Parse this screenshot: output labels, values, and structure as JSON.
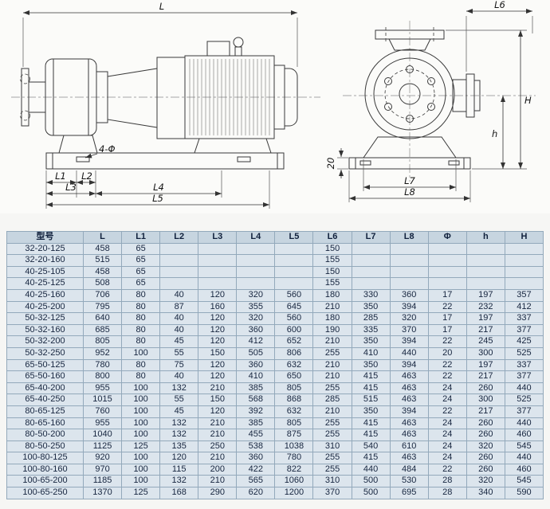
{
  "drawing": {
    "labels": {
      "L": "L",
      "L1": "L1",
      "L2": "L2",
      "L3": "L3",
      "L4": "L4",
      "L5": "L5",
      "L6": "L6",
      "L7": "L7",
      "L8": "L8",
      "H": "H",
      "h": "h",
      "foot": "20",
      "holes": "4-Φ"
    }
  },
  "table": {
    "headers": [
      "型号",
      "L",
      "L1",
      "L2",
      "L3",
      "L4",
      "L5",
      "L6",
      "L7",
      "L8",
      "Φ",
      "h",
      "H"
    ],
    "rows": [
      [
        "32-20-125",
        "458",
        "65",
        "",
        "",
        "",
        "",
        "150",
        "",
        "",
        "",
        "",
        ""
      ],
      [
        "32-20-160",
        "515",
        "65",
        "",
        "",
        "",
        "",
        "155",
        "",
        "",
        "",
        "",
        ""
      ],
      [
        "40-25-105",
        "458",
        "65",
        "",
        "",
        "",
        "",
        "150",
        "",
        "",
        "",
        "",
        ""
      ],
      [
        "40-25-125",
        "508",
        "65",
        "",
        "",
        "",
        "",
        "155",
        "",
        "",
        "",
        "",
        ""
      ],
      [
        "40-25-160",
        "706",
        "80",
        "40",
        "120",
        "320",
        "560",
        "180",
        "330",
        "360",
        "17",
        "197",
        "357"
      ],
      [
        "40-25-200",
        "795",
        "80",
        "87",
        "160",
        "355",
        "645",
        "210",
        "350",
        "394",
        "22",
        "232",
        "412"
      ],
      [
        "50-32-125",
        "640",
        "80",
        "40",
        "120",
        "320",
        "560",
        "180",
        "285",
        "320",
        "17",
        "197",
        "337"
      ],
      [
        "50-32-160",
        "685",
        "80",
        "40",
        "120",
        "360",
        "600",
        "190",
        "335",
        "370",
        "17",
        "217",
        "377"
      ],
      [
        "50-32-200",
        "805",
        "80",
        "45",
        "120",
        "412",
        "652",
        "210",
        "350",
        "394",
        "22",
        "245",
        "425"
      ],
      [
        "50-32-250",
        "952",
        "100",
        "55",
        "150",
        "505",
        "806",
        "255",
        "410",
        "440",
        "20",
        "300",
        "525"
      ],
      [
        "65-50-125",
        "780",
        "80",
        "75",
        "120",
        "360",
        "632",
        "210",
        "350",
        "394",
        "22",
        "197",
        "337"
      ],
      [
        "65-50-160",
        "800",
        "80",
        "40",
        "120",
        "410",
        "650",
        "210",
        "415",
        "463",
        "22",
        "217",
        "377"
      ],
      [
        "65-40-200",
        "955",
        "100",
        "132",
        "210",
        "385",
        "805",
        "255",
        "415",
        "463",
        "24",
        "260",
        "440"
      ],
      [
        "65-40-250",
        "1015",
        "100",
        "55",
        "150",
        "568",
        "868",
        "285",
        "515",
        "463",
        "24",
        "300",
        "525"
      ],
      [
        "80-65-125",
        "760",
        "100",
        "45",
        "120",
        "392",
        "632",
        "210",
        "350",
        "394",
        "22",
        "217",
        "377"
      ],
      [
        "80-65-160",
        "955",
        "100",
        "132",
        "210",
        "385",
        "805",
        "255",
        "415",
        "463",
        "24",
        "260",
        "440"
      ],
      [
        "80-50-200",
        "1040",
        "100",
        "132",
        "210",
        "455",
        "875",
        "255",
        "415",
        "463",
        "24",
        "260",
        "460"
      ],
      [
        "80-50-250",
        "1125",
        "125",
        "135",
        "250",
        "538",
        "1038",
        "310",
        "540",
        "610",
        "24",
        "320",
        "545"
      ],
      [
        "100-80-125",
        "920",
        "100",
        "120",
        "210",
        "360",
        "780",
        "255",
        "415",
        "463",
        "24",
        "260",
        "440"
      ],
      [
        "100-80-160",
        "970",
        "100",
        "115",
        "200",
        "422",
        "822",
        "255",
        "440",
        "484",
        "22",
        "260",
        "460"
      ],
      [
        "100-65-200",
        "1185",
        "100",
        "132",
        "210",
        "565",
        "1060",
        "310",
        "500",
        "530",
        "28",
        "320",
        "545"
      ],
      [
        "100-65-250",
        "1370",
        "125",
        "168",
        "290",
        "620",
        "1200",
        "370",
        "500",
        "695",
        "28",
        "340",
        "590"
      ]
    ]
  },
  "colors": {
    "table_header_bg": "#c7d5e0",
    "table_body_bg": "#dce5ed",
    "grid_line": "#93a9bb",
    "drawing_line": "#3a3a3a"
  }
}
